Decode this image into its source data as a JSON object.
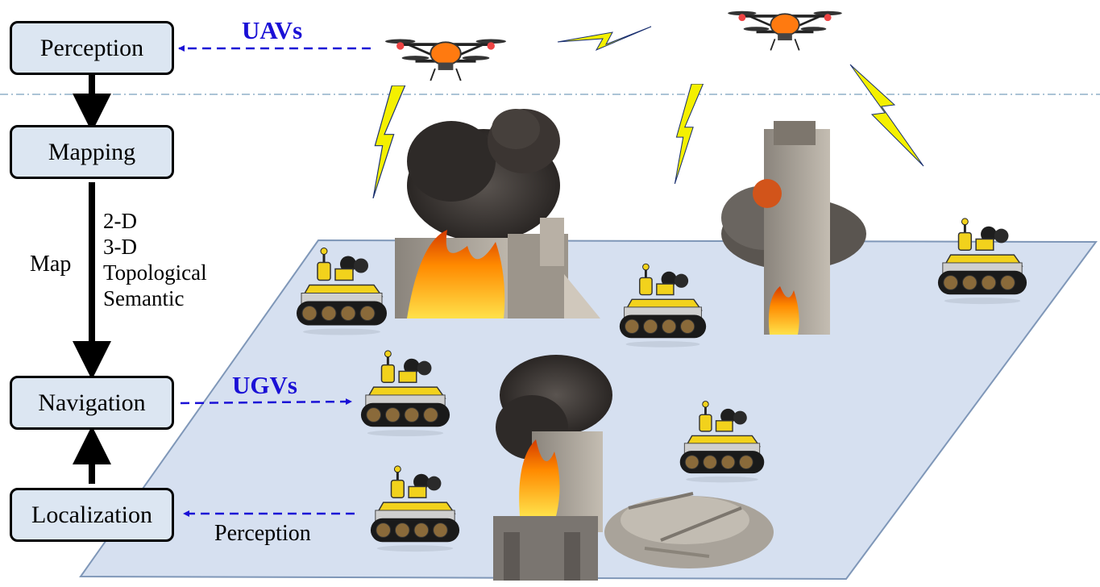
{
  "workflow": {
    "perception": "Perception",
    "mapping": "Mapping",
    "navigation": "Navigation",
    "localization": "Localization",
    "map_label": "Map",
    "map_types": [
      "2-D",
      "3-D",
      "Topological",
      "Semantic"
    ]
  },
  "agents": {
    "uav_label": "UAVs",
    "ugv_label": "UGVs",
    "perception_label": "Perception"
  },
  "colors": {
    "box_fill": "#dce6f2",
    "ground_plane": "#d6e0f0",
    "arrow_blue": "#1a10d6",
    "lightning": "#f4f000",
    "robot_yellow": "#f2d21c",
    "fire": "#ff7a00",
    "smoke": "#3a3633"
  },
  "icons": [
    "drone-icon",
    "ugv-robot-icon",
    "lightning-icon",
    "burning-building-icon",
    "collapsed-tower-icon",
    "rubble-icon"
  ]
}
